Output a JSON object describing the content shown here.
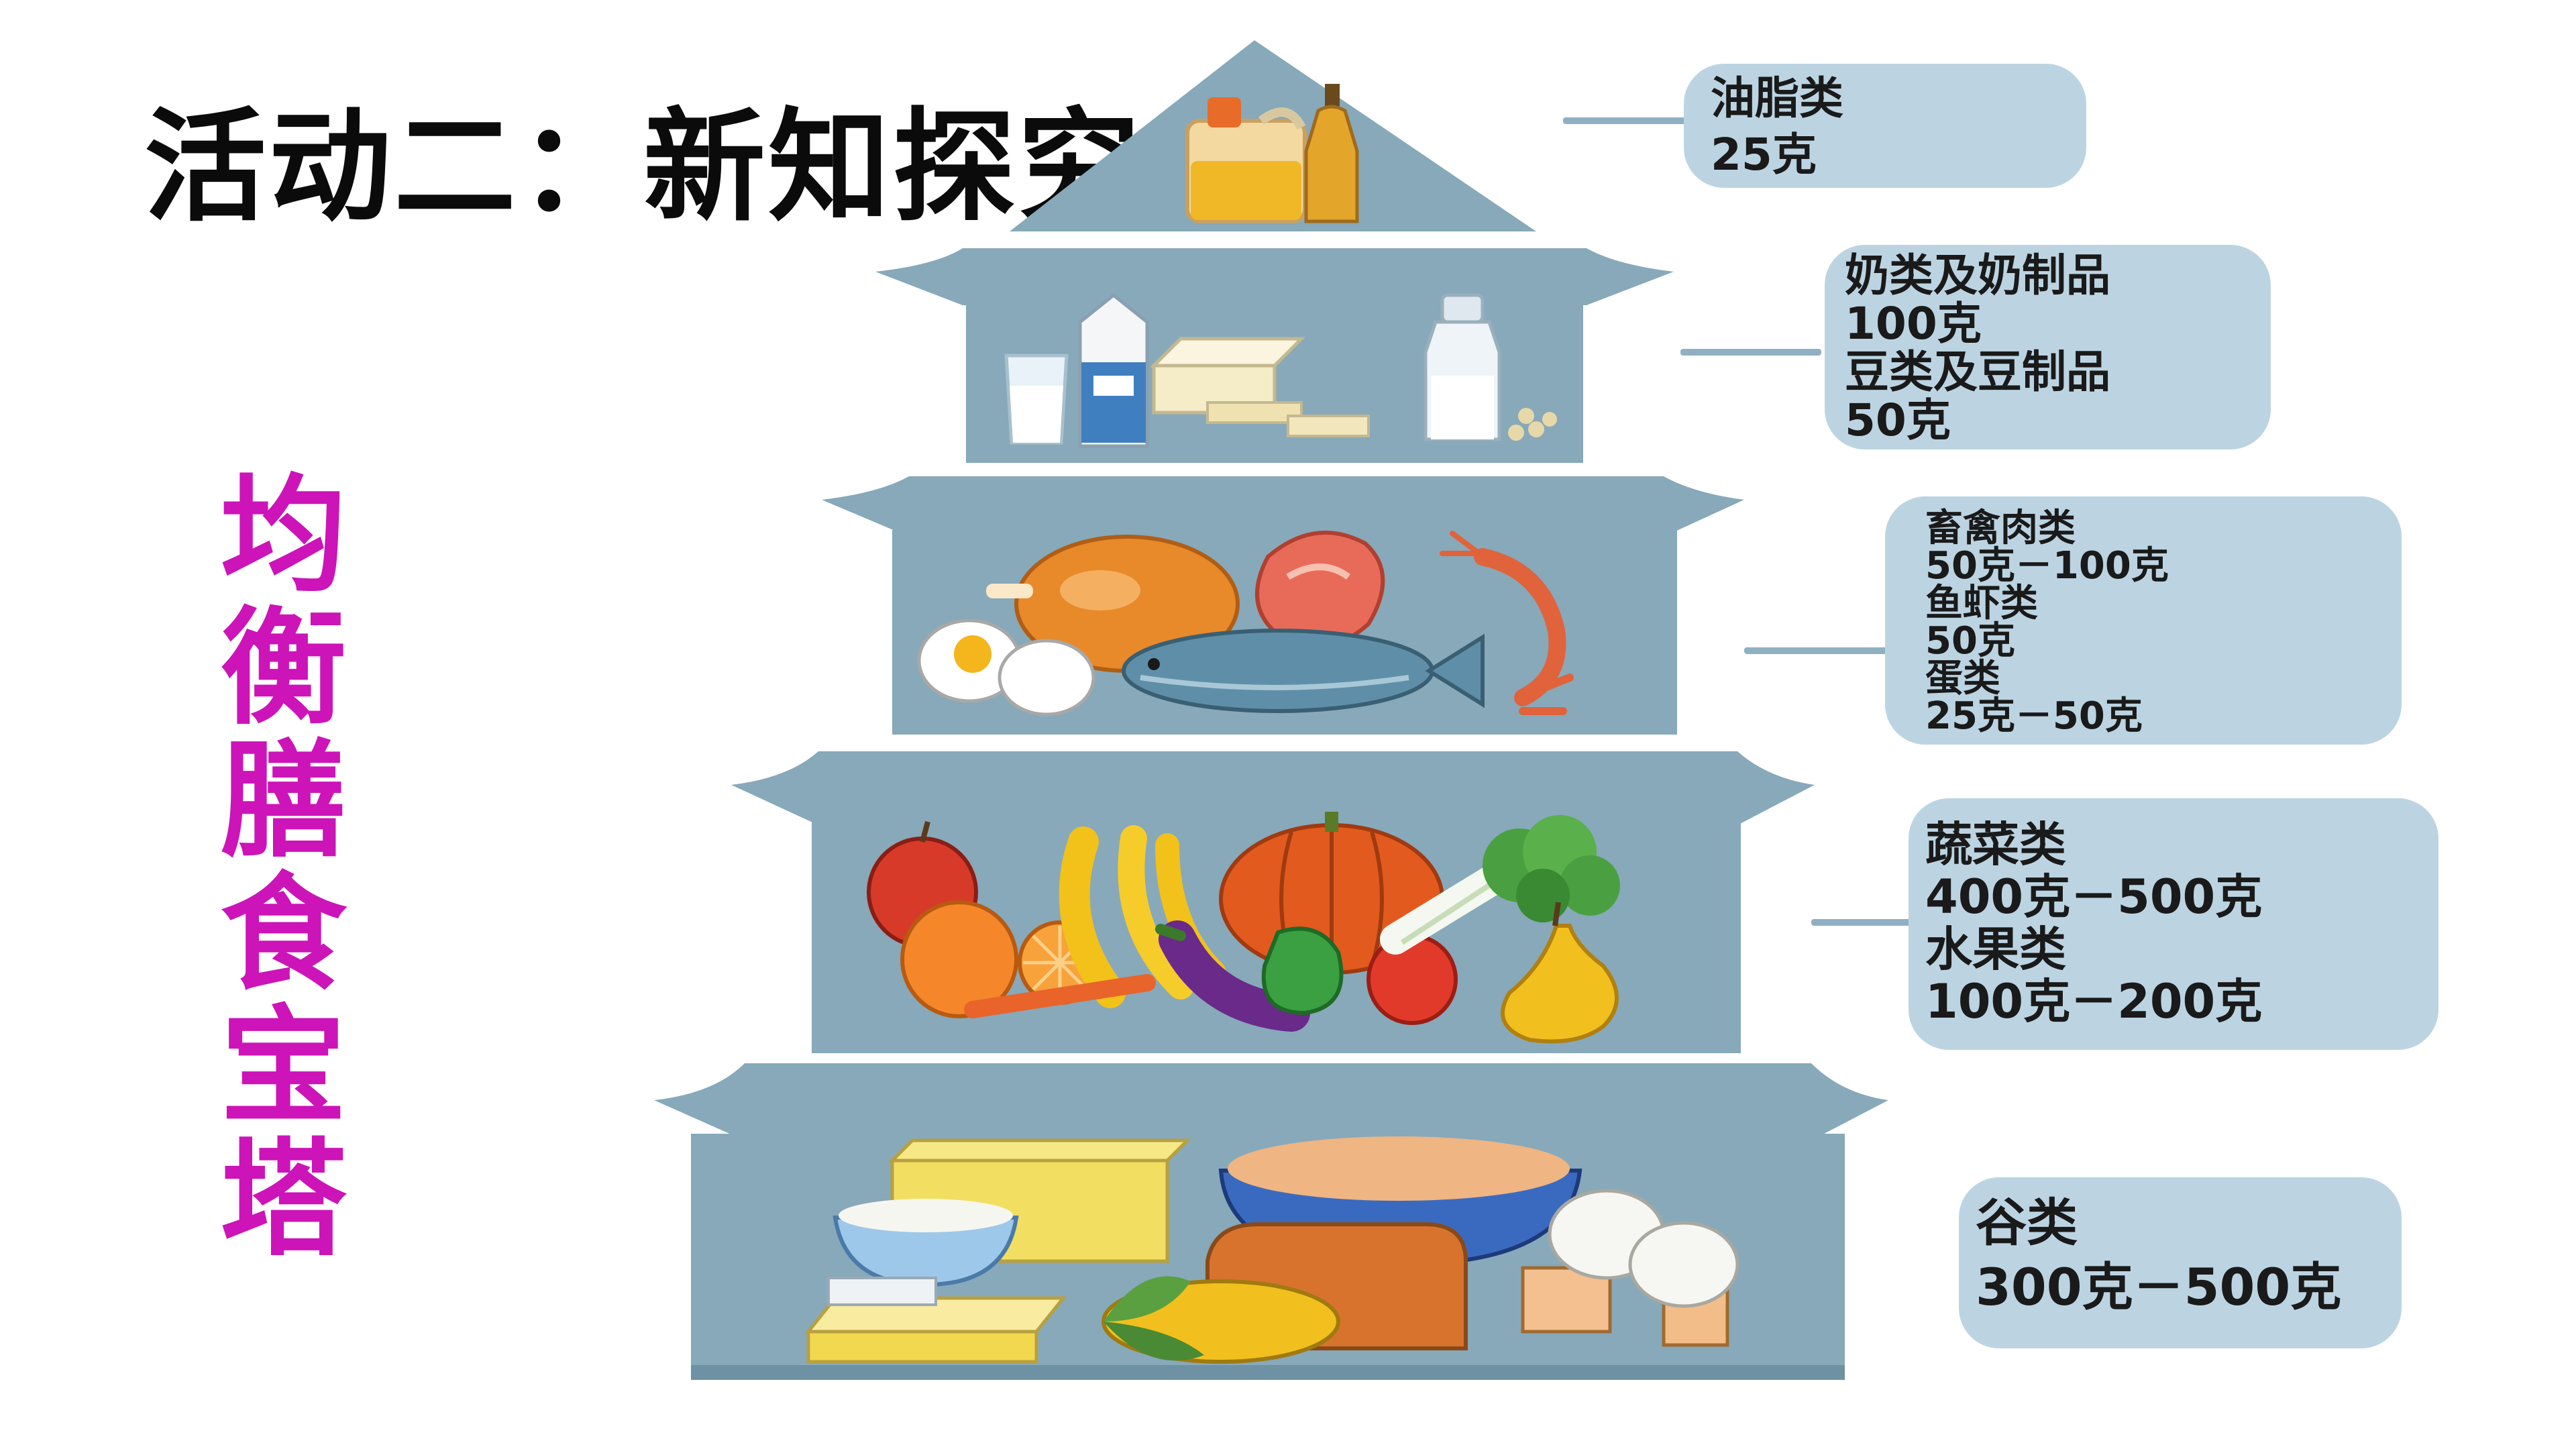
{
  "title": "活动二：新知探究",
  "side_title": [
    "均",
    "衡",
    "膳",
    "食",
    "宝",
    "塔"
  ],
  "colors": {
    "tier": "#87a9ba",
    "tier_dark": "#6e91a3",
    "label_bg": "#bcd4e2",
    "leader": "#8fb0c2",
    "side_title": "#cc14b8"
  },
  "tiers": [
    {
      "level": 5,
      "foods": [
        "oil-bottle-icon",
        "jerrycan-icon"
      ],
      "label_lines": [
        "油脂类",
        "25克"
      ]
    },
    {
      "level": 4,
      "foods": [
        "milk-glass-icon",
        "milk-carton-icon",
        "tofu-icon",
        "milk-bottle-icon",
        "soybeans-icon"
      ],
      "label_lines": [
        "奶类及奶制品",
        "100克",
        "豆类及豆制品",
        "50克"
      ]
    },
    {
      "level": 3,
      "foods": [
        "roast-chicken-icon",
        "egg-icon",
        "steak-icon",
        "fish-icon",
        "shrimp-icon"
      ],
      "label_lines": [
        "畜禽肉类",
        "50克－100克",
        "鱼虾类",
        "50克",
        "蛋类",
        "25克－50克"
      ]
    },
    {
      "level": 2,
      "foods": [
        "apple-icon",
        "orange-icon",
        "banana-icon",
        "eggplant-icon",
        "pumpkin-icon",
        "pepper-icon",
        "cabbage-icon",
        "broccoli-icon",
        "pear-icon",
        "carrot-icon"
      ],
      "label_lines": [
        "蔬菜类",
        "400克－500克",
        "水果类",
        "100克－200克"
      ]
    },
    {
      "level": 1,
      "foods": [
        "rice-bowl-icon",
        "flour-box-icon",
        "butter-icon",
        "bread-bowl-icon",
        "bread-icon",
        "corn-icon",
        "steamed-bun-icon"
      ],
      "label_lines": [
        "谷类",
        "300克－500克"
      ]
    }
  ]
}
